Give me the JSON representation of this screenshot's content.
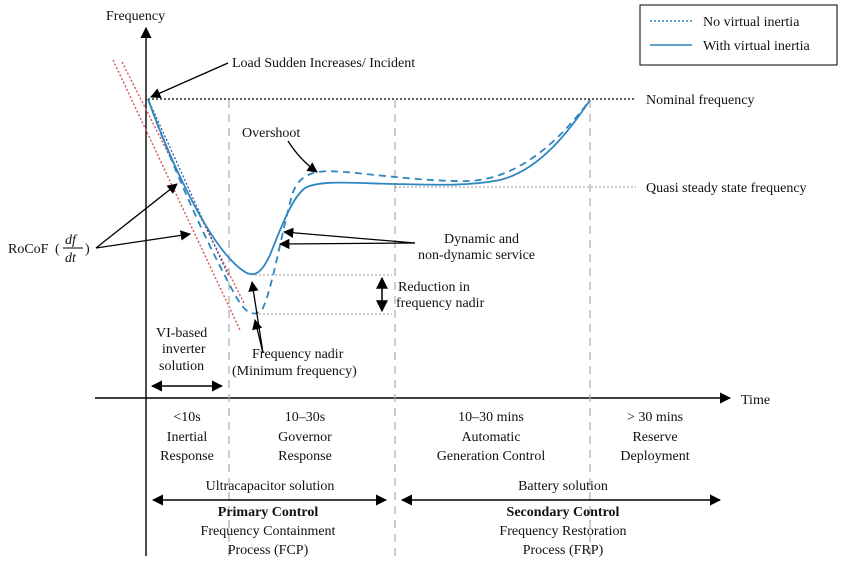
{
  "axes": {
    "y_label": "Frequency",
    "x_label": "Time"
  },
  "legend": {
    "no_vi": "No virtual inertia",
    "with_vi": "With virtual inertia"
  },
  "colors": {
    "curve": "#2e86c1",
    "rocof": "#d9534f",
    "line": "#000000",
    "guide": "#999999"
  },
  "annotations": {
    "load_increase": "Load Sudden Increases/ Incident",
    "nominal": "Nominal frequency",
    "overshoot": "Overshoot",
    "quasi": "Quasi steady state frequency",
    "rocof_prefix": "RoCoF",
    "rocof_num": "df",
    "rocof_den": "dt",
    "dynamic_l1": "Dynamic and",
    "dynamic_l2": "non-dynamic service",
    "reduction_l1": "Reduction in",
    "reduction_l2": "frequency nadir",
    "vi_l1": "VI-based",
    "vi_l2": "inverter",
    "vi_l3": "solution",
    "nadir_l1": "Frequency nadir",
    "nadir_l2": "(Minimum frequency)"
  },
  "phases": [
    {
      "time": "<10s",
      "l1": "Inertial",
      "l2": "Response"
    },
    {
      "time": "10–30s",
      "l1": "Governor",
      "l2": "Response"
    },
    {
      "time": "10–30 mins",
      "l1": "Automatic",
      "l2": "Generation Control"
    },
    {
      "time": "> 30 mins",
      "l1": "Reserve",
      "l2": "Deployment"
    }
  ],
  "solutions": {
    "ultracap": "Ultracapacitor solution",
    "battery": "Battery solution"
  },
  "controls": {
    "primary_title": "Primary Control",
    "primary_l1": "Frequency Containment",
    "primary_l2": "Process (FCP)",
    "secondary_title": "Secondary Control",
    "secondary_l1": "Frequency Restoration",
    "secondary_l2": "Process (FRP)"
  }
}
